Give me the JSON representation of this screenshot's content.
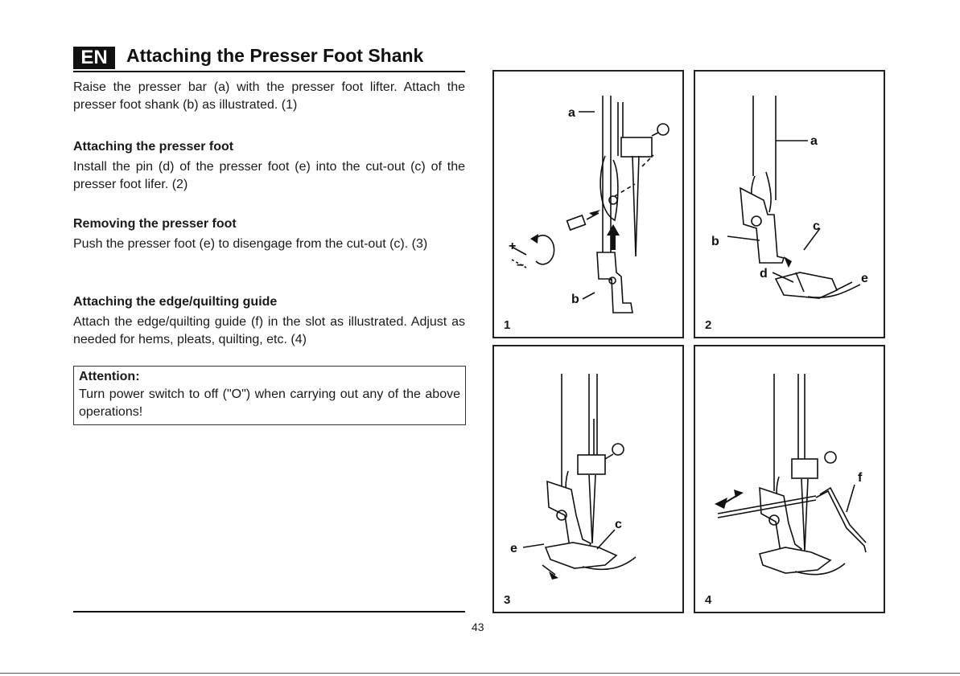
{
  "header": {
    "lang": "EN",
    "title": "Attaching the Presser Foot Shank"
  },
  "intro": "Raise the presser bar (a) with the presser foot lifter. Attach the presser foot shank (b) as illustrated. (1)",
  "sections": [
    {
      "heading": "Attaching the presser foot",
      "body": "Install the pin (d) of the presser foot (e) into the cut-out (c) of the presser foot lifer. (2)"
    },
    {
      "heading": "Removing the presser foot",
      "body": "Push the presser foot (e) to disengage from the cut-out (c). (3)"
    },
    {
      "heading": "Attaching the edge/quilting guide",
      "body": "Attach the edge/quilting guide (f) in the slot as illustrated. Adjust as needed for hems, pleats, quilting, etc. (4)"
    }
  ],
  "attention": {
    "heading": "Attention:",
    "body": "Turn power switch to off (\"O\") when carrying out any of the above operations!"
  },
  "figures": [
    {
      "number": "1",
      "labels": {
        "a": "a",
        "b": "b",
        "plus": "+",
        "minus": "−"
      }
    },
    {
      "number": "2",
      "labels": {
        "a": "a",
        "b": "b",
        "c": "c",
        "d": "d",
        "e": "e"
      }
    },
    {
      "number": "3",
      "labels": {
        "c": "c",
        "e": "e"
      }
    },
    {
      "number": "4",
      "labels": {
        "f": "f"
      }
    }
  ],
  "page_number": "43"
}
